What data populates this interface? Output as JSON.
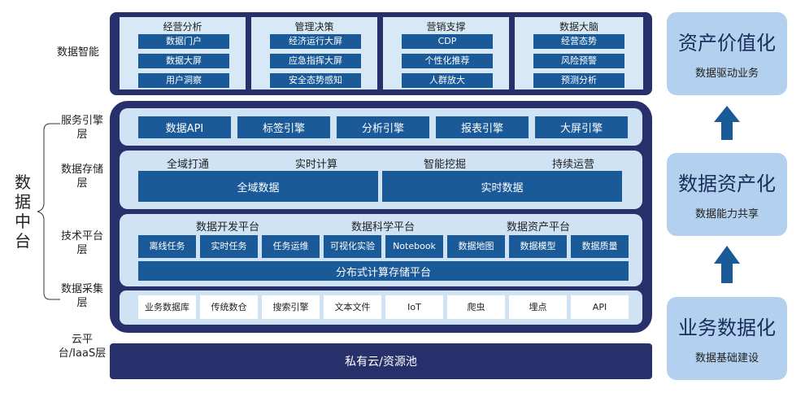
{
  "left_labels": {
    "intelligence": "数据智能",
    "service": "服务引擎层",
    "storage": "数据存储层",
    "tech": "技术平台层",
    "collect": "数据采集层",
    "cloud": "云平台/IaaS层",
    "middle": "数据中台"
  },
  "intelligence": {
    "groups": [
      {
        "title": "经营分析",
        "items": [
          "数据门户",
          "数据大屏",
          "用户洞察"
        ]
      },
      {
        "title": "管理决策",
        "items": [
          "经济运行大屏",
          "应急指挥大屏",
          "安全态势感知"
        ]
      },
      {
        "title": "营销支撑",
        "items": [
          "CDP",
          "个性化推荐",
          "人群放大"
        ]
      },
      {
        "title": "数据大脑",
        "items": [
          "经营态势",
          "风险预警",
          "预测分析"
        ]
      }
    ]
  },
  "service": {
    "items": [
      "数据API",
      "标签引擎",
      "分析引擎",
      "报表引擎",
      "大屏引擎"
    ]
  },
  "storage": {
    "headers": [
      "全域打通",
      "实时计算",
      "智能挖掘",
      "持续运营"
    ],
    "blocks": [
      "全域数据",
      "实时数据"
    ]
  },
  "tech": {
    "headers": [
      "数据开发平台",
      "数据科学平台",
      "数据资产平台"
    ],
    "items": [
      "离线任务",
      "实时任务",
      "任务运维",
      "可视化实验",
      "Notebook",
      "数据地图",
      "数据模型",
      "数据质量"
    ],
    "platform": "分布式计算存储平台"
  },
  "collect": {
    "items": [
      "业务数据库",
      "传统数仓",
      "搜索引擎",
      "文本文件",
      "IoT",
      "爬虫",
      "埋点",
      "API"
    ]
  },
  "cloud": {
    "label": "私有云/资源池"
  },
  "side": {
    "top": {
      "title": "资产价值化",
      "sub": "数据驱动业务"
    },
    "mid": {
      "title": "数据资产化",
      "sub": "数据能力共享"
    },
    "bottom": {
      "title": "业务数据化",
      "sub": "数据基础建设"
    }
  },
  "colors": {
    "navy": "#27306a",
    "block": "#1b5a99",
    "light": "#cfe3f4",
    "side": "#b3d1ee",
    "arrow": "#1b5a99"
  }
}
